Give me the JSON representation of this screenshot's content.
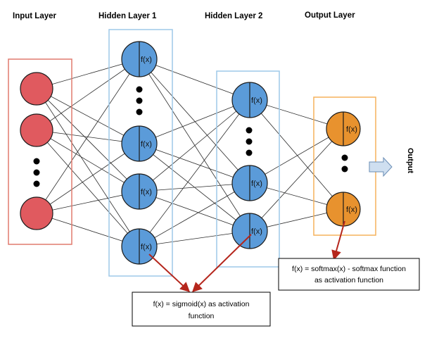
{
  "layers": {
    "input": {
      "title": "Input Layer"
    },
    "hidden1": {
      "title": "Hidden Layer 1"
    },
    "hidden2": {
      "title": "Hidden Layer 2"
    },
    "output": {
      "title": "Output Layer"
    }
  },
  "neuron_label": "f(x)",
  "output_label": "Output",
  "notes": {
    "sigmoid": {
      "line1": "f(x) = sigmoid(x)  as activation",
      "line2": "function"
    },
    "softmax": {
      "line1": "f(x) = softmax(x) - softmax function",
      "line2": "as activation function"
    }
  },
  "colors": {
    "input_node": "#e05a5f",
    "hidden_node": "#5b9bd9",
    "output_node": "#e8922e",
    "input_box": "#e07a6e",
    "hidden_box": "#9ec8e8",
    "output_box": "#f5b25c",
    "arrow": "#b5261c",
    "output_arrow_fill": "#cfdff0"
  }
}
